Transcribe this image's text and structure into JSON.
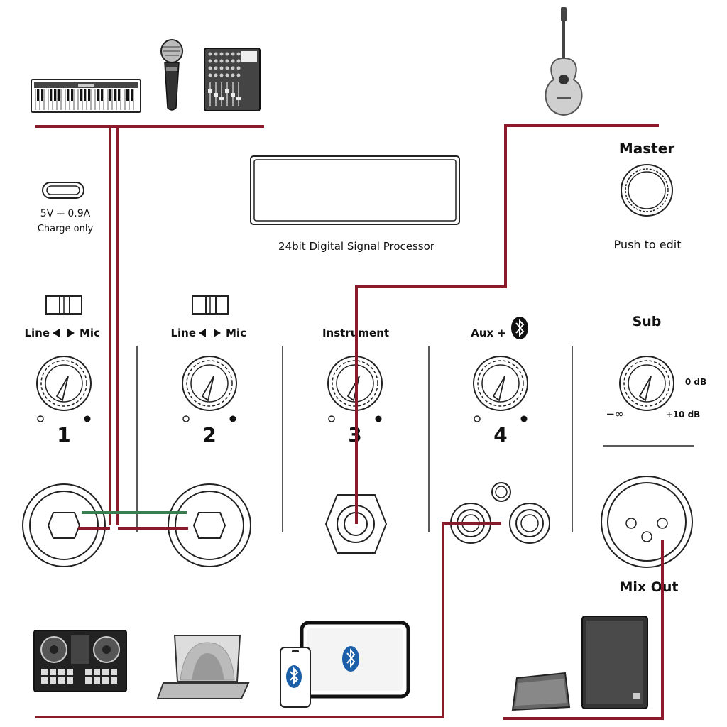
{
  "usb": {
    "spec": "5V ⎓ 0.9A",
    "note": "Charge only"
  },
  "dsp_label": "24bit Digital Signal Processor",
  "master": {
    "title": "Master",
    "subtitle": "Push to edit"
  },
  "channels": [
    {
      "switch_label_left": "Line",
      "switch_label_right": "Mic",
      "number": "1"
    },
    {
      "switch_label_left": "Line",
      "switch_label_right": "Mic",
      "number": "2"
    },
    {
      "label": "Instrument",
      "number": "3"
    },
    {
      "label": "Aux +",
      "number": "4",
      "icon": "bluetooth-icon"
    }
  ],
  "sub": {
    "title": "Sub",
    "max_label": "0 dB",
    "min_label": "−∞",
    "boost_label": "+10 dB"
  },
  "mix_out": "Mix Out",
  "colors": {
    "cable_red": "#8b1a2b",
    "cable_green": "#3a7d4f",
    "bluetooth_blue": "#1b5fa8",
    "line": "#222222"
  },
  "devices": [
    "keyboard-icon",
    "microphone-icon",
    "mixer-icon",
    "guitar-icon",
    "dj-controller-icon",
    "laptop-icon",
    "smartphone-icon",
    "tablet-icon",
    "monitor-speaker-icon",
    "speaker-icon"
  ]
}
